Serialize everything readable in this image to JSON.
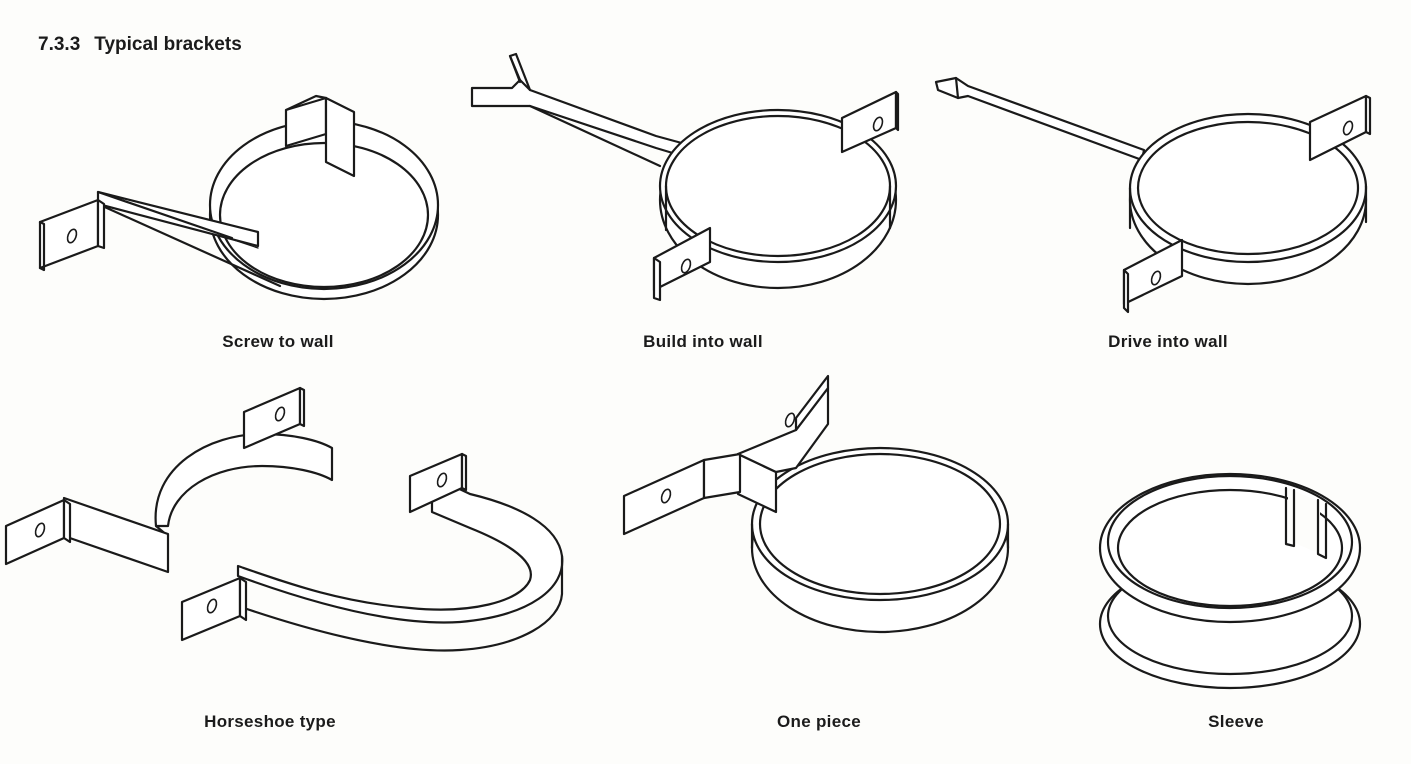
{
  "section": {
    "number": "7.3.3",
    "title": "Typical brackets"
  },
  "figures": [
    {
      "caption": "Screw to wall"
    },
    {
      "caption": "Build into wall"
    },
    {
      "caption": "Drive into wall"
    },
    {
      "caption": "Horseshoe type"
    },
    {
      "caption": "One piece"
    },
    {
      "caption": "Sleeve"
    }
  ]
}
